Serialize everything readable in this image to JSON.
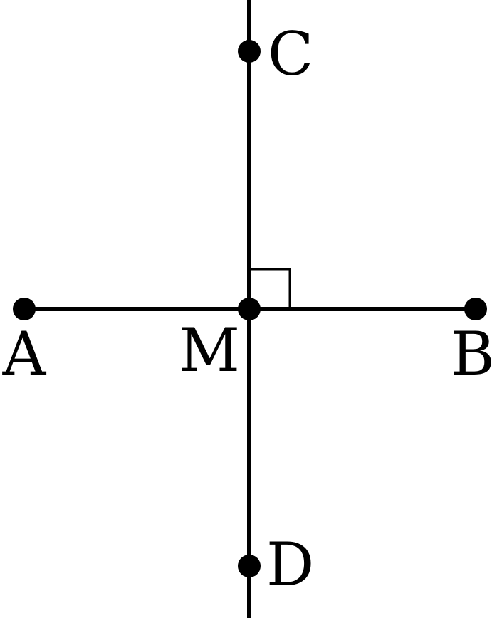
{
  "points": {
    "A": "A",
    "B": "B",
    "C": "C",
    "D": "D",
    "M": "M"
  },
  "colors": {
    "ink": "#000000",
    "background": "#ffffff"
  }
}
